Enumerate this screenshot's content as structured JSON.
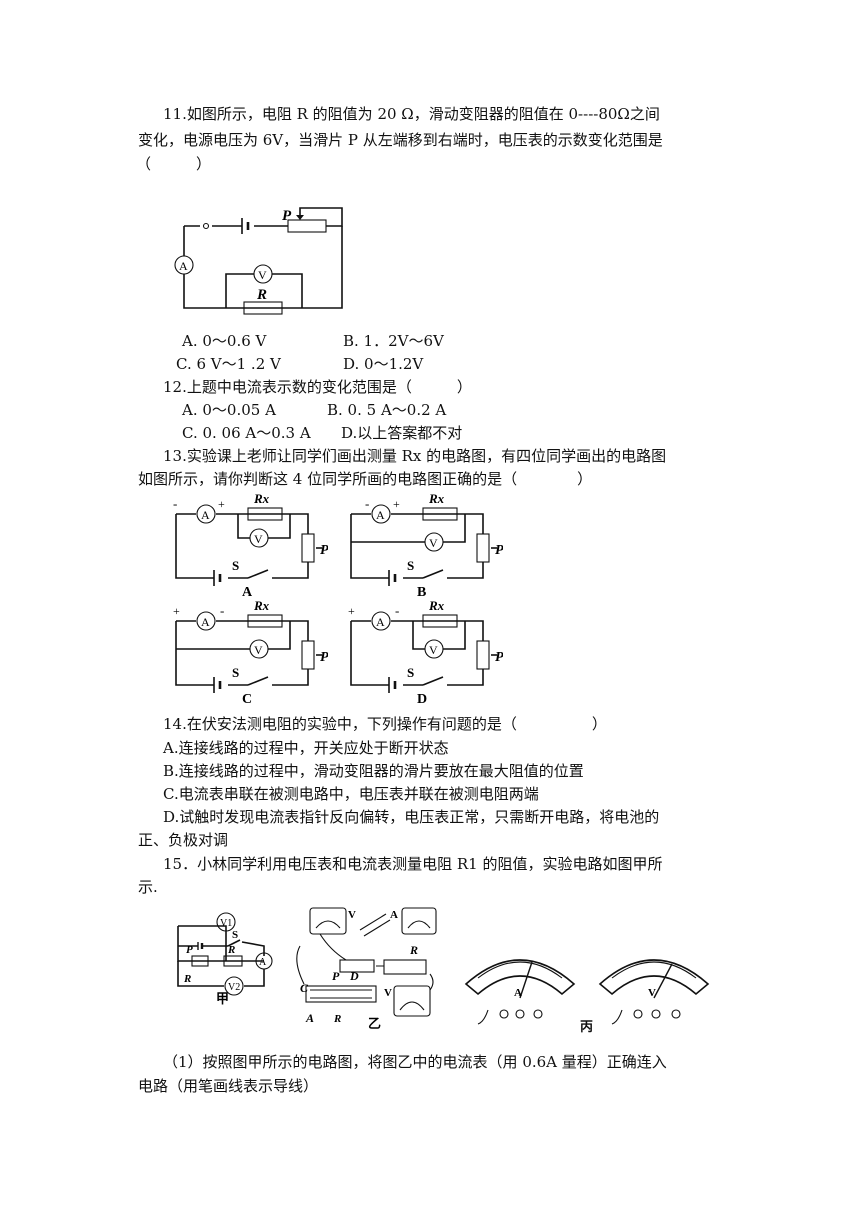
{
  "q11": {
    "line1": "11.如图所示，电阻 R 的阻值为 20 Ω，滑动变阻器的阻值在 0----80Ω之间",
    "line2": "变化，电源电压为 6V，当滑片 P 从左端移到右端时，电压表的示数变化范围是",
    "line3": "（　　　）",
    "labels": {
      "p": "P",
      "r": "R",
      "a": "A",
      "v": "V"
    },
    "optA": "A. 0～0.6 V",
    "optB": "B. 1．2V～6V",
    "optC": "C. 6 V～1 .2 V",
    "optD": "D. 0～1.2V"
  },
  "q12": {
    "line1": "12.上题中电流表示数的变化范围是（　　　）",
    "optA": "A. 0～0.05 A",
    "optB": "B. 0. 5 A～0.2 A",
    "optC": "C. 0. 06 A～0.3 A",
    "optD": "D.以上答案都不对"
  },
  "q13": {
    "line1": "13.实验课上老师让同学们画出测量 Rx 的电路图，有四位同学画出的电路图",
    "line2": "如图所示，请你判断这 4 位同学所画的电路图正确的是（　　　　）",
    "circuits": [
      {
        "letter": "A"
      },
      {
        "letter": "B"
      },
      {
        "letter": "C"
      },
      {
        "letter": "D"
      }
    ],
    "labels": {
      "rx": "Rx",
      "s": "S",
      "p": "P",
      "a": "A",
      "v": "V",
      "plus": "+",
      "minus": "-"
    }
  },
  "q14": {
    "line1": "14.在伏安法测电阻的实验中，下列操作有问题的是（　　　　　）",
    "optA": "A.连接线路的过程中，开关应处于断开状态",
    "optB": "B.连接线路的过程中，滑动变阻器的滑片要放在最大阻值的位置",
    "optC": "C.电流表串联在被测电路中，电压表并联在被测电阻两端",
    "optD1": "D.试触时发现电流表指针反向偏转，电压表正常，只需断开电路，将电池的",
    "optD2": "正、负极对调"
  },
  "q15": {
    "line1": "15．小林同学利用电压表和电流表测量电阻 R1 的阻值，实验电路如图甲所",
    "line2": "示.",
    "fig_labels": {
      "jia": "甲",
      "yi": "乙",
      "bing": "丙"
    },
    "sub1_line1": "（1）按照图甲所示的电路图，将图乙中的电流表（用 0.6A 量程）正确连入",
    "sub1_line2": "电路（用笔画线表示导线）"
  }
}
